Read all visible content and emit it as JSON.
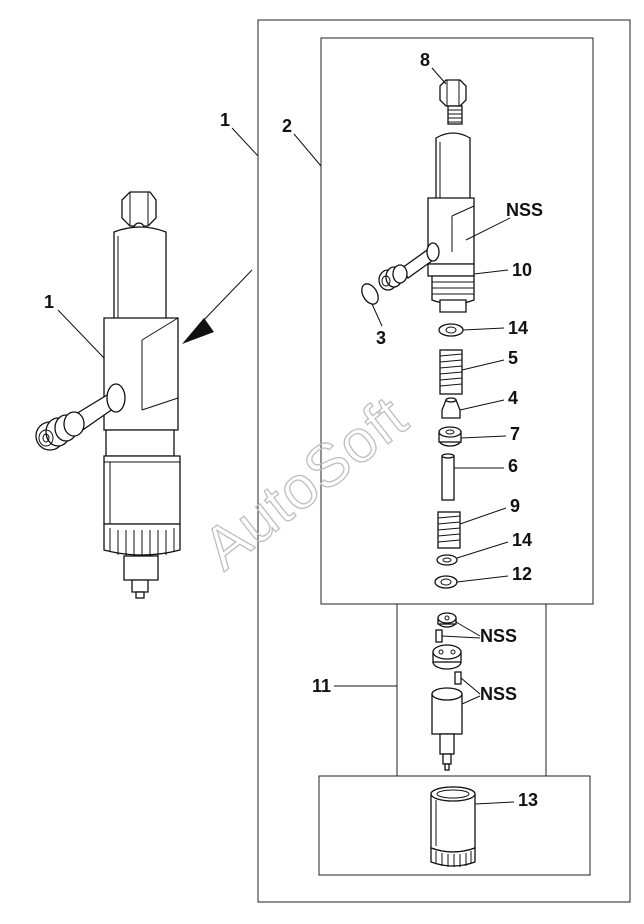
{
  "watermark": "AutoSoft",
  "labels": {
    "assembly_left": "1",
    "assembly_top": "1",
    "kit": "2",
    "c3": "3",
    "c4": "4",
    "c5": "5",
    "c6": "6",
    "c7": "7",
    "c8": "8",
    "c9": "9",
    "c10": "10",
    "c11": "11",
    "c12": "12",
    "c13": "13",
    "c14a": "14",
    "c14b": "14",
    "nss_body": "NSS",
    "nss_nozzle_top": "NSS",
    "nss_nozzle_bottom": "NSS"
  }
}
